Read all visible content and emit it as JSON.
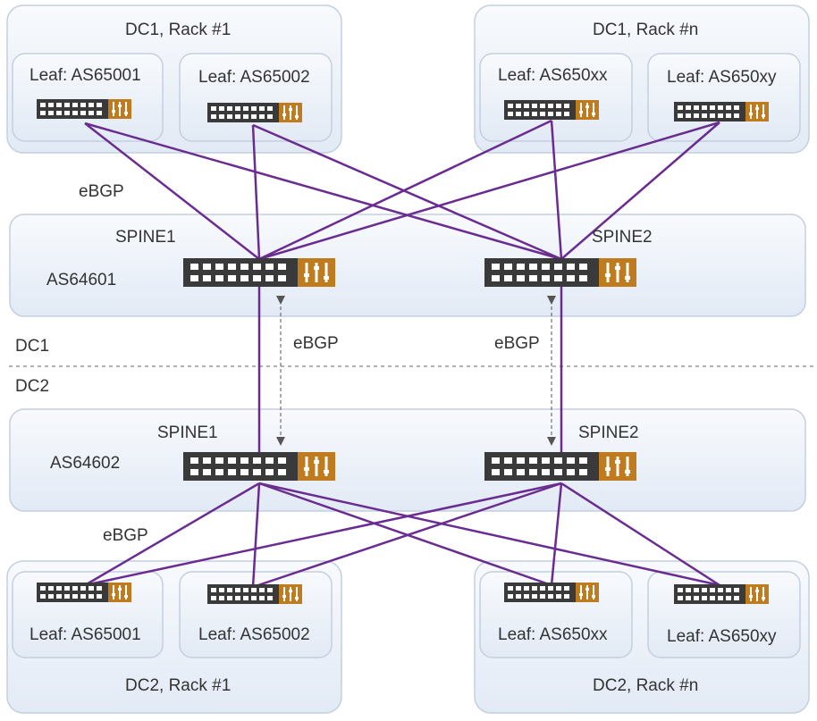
{
  "dc1_label": "DC1",
  "dc2_label": "DC2",
  "dc1": {
    "rack1": {
      "title": "DC1, Rack #1",
      "leaves": [
        "Leaf: AS65001",
        "Leaf: AS65002"
      ]
    },
    "rackn": {
      "title": "DC1, Rack #n",
      "leaves": [
        "Leaf: AS650xx",
        "Leaf: AS650xy"
      ]
    },
    "ebgp_label": "eBGP",
    "spine_as": "AS64601",
    "spines": [
      "SPINE1",
      "SPINE2"
    ]
  },
  "interdc": {
    "ebgp_left": "eBGP",
    "ebgp_right": "eBGP"
  },
  "dc2": {
    "spine_as": "AS64602",
    "spines": [
      "SPINE1",
      "SPINE2"
    ],
    "ebgp_label": "eBGP",
    "rack1": {
      "title": "DC2, Rack #1",
      "leaves": [
        "Leaf: AS65001",
        "Leaf: AS65002"
      ]
    },
    "rackn": {
      "title": "DC2, Rack #n",
      "leaves": [
        "Leaf: AS650xx",
        "Leaf: AS650xy"
      ]
    }
  },
  "colors": {
    "link": "#6a2c91",
    "switch_body": "#3a3a3a",
    "switch_accent": "#c07b1e",
    "box_fill": "#eef3fa",
    "box_stroke": "#c3cfdf"
  }
}
